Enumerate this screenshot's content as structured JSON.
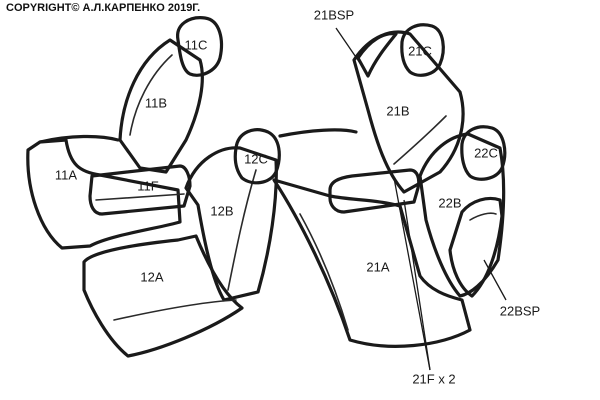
{
  "copyright": "COPYRIGHT© А.Л.КАРПЕНКО 2019Г.",
  "parts": {
    "p11C": "11C",
    "p11B": "11B",
    "p11A": "11A",
    "p11F": "11F",
    "p12C": "12C",
    "p12B": "12B",
    "p12A": "12A",
    "p21BSP": "21BSP",
    "p21C": "21C",
    "p21B": "21B",
    "p21A": "21A",
    "p21F": "21F x 2",
    "p22C": "22C",
    "p22B": "22B",
    "p22BSP": "22BSP"
  }
}
